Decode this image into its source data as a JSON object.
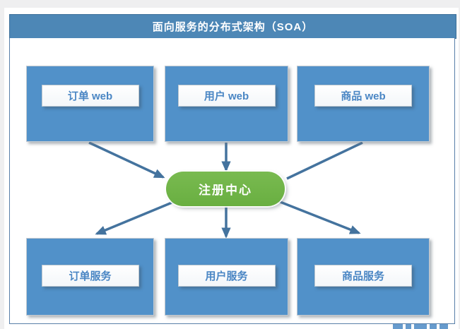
{
  "header": {
    "title": "面向服务的分布式架构（SOA）"
  },
  "colors": {
    "header_bg": "#4d87b6",
    "box_bg": "#5191c9",
    "label_text": "#4a86c4",
    "registry_bg": "#6fb446",
    "arrow": "#44739e"
  },
  "nodes": {
    "top": [
      {
        "id": "order-web",
        "label": "订单 web"
      },
      {
        "id": "user-web",
        "label": "用户 web"
      },
      {
        "id": "product-web",
        "label": "商品 web"
      }
    ],
    "center": {
      "id": "registry",
      "label": "注册中心"
    },
    "bottom": [
      {
        "id": "order-service",
        "label": "订单服务"
      },
      {
        "id": "user-service",
        "label": "用户服务"
      },
      {
        "id": "product-service",
        "label": "商品服务"
      }
    ]
  },
  "connections": [
    {
      "from": "order-web",
      "to": "registry",
      "arrowhead": true
    },
    {
      "from": "user-web",
      "to": "registry",
      "arrowhead": true
    },
    {
      "from": "product-web",
      "to": "registry",
      "arrowhead": false
    },
    {
      "from": "registry",
      "to": "order-service",
      "arrowhead": true
    },
    {
      "from": "registry",
      "to": "user-service",
      "arrowhead": true
    },
    {
      "from": "registry",
      "to": "product-service",
      "arrowhead": true
    }
  ]
}
